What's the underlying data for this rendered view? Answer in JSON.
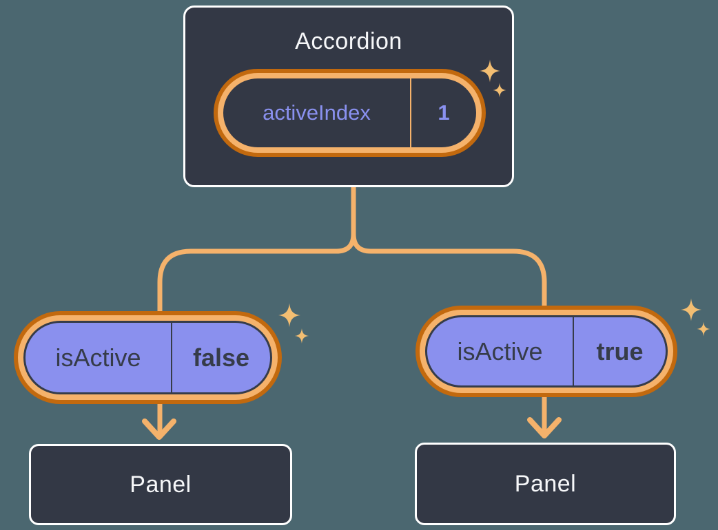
{
  "colors": {
    "background": "#4B6770",
    "box_fill": "#333845",
    "box_border": "#FFFFFF",
    "pill_purple": "#8A90EE",
    "ring_light": "#F5B26B",
    "ring_dark": "#C2690E",
    "connector": "#F5B26B",
    "sparkle": "#F3BE72",
    "text_light": "#F6F7F9",
    "text_purple": "#8A91F0",
    "text_dark": "#363C49"
  },
  "accordion": {
    "title": "Accordion",
    "state_pill": {
      "label": "activeIndex",
      "value": "1"
    }
  },
  "children": [
    {
      "prop_pill": {
        "label": "isActive",
        "value": "false"
      },
      "panel": {
        "title": "Panel"
      }
    },
    {
      "prop_pill": {
        "label": "isActive",
        "value": "true"
      },
      "panel": {
        "title": "Panel"
      }
    }
  ],
  "icons": {
    "sparkle": "four-pointed-star"
  }
}
